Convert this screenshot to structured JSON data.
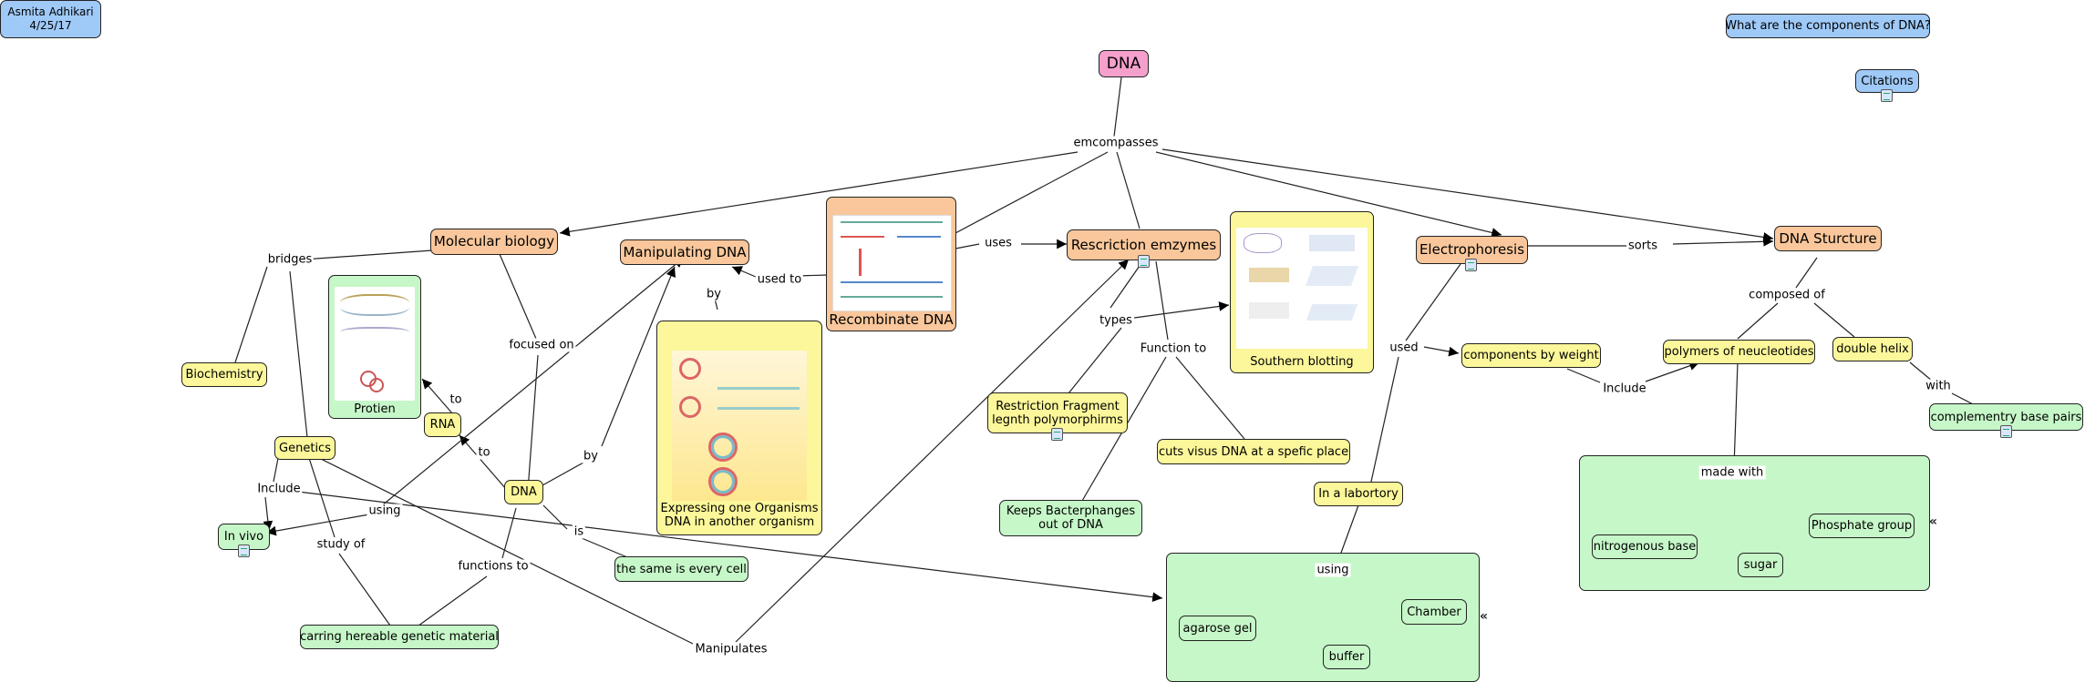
{
  "author": {
    "name": "Asmita Adhikari",
    "date": "4/25/17"
  },
  "focus_question": "What are the components of DNA?",
  "citations": "Citations",
  "root": "DNA",
  "main": {
    "molecular_biology": "Molecular biology",
    "manipulating_dna": "Manipulating DNA",
    "recombinate_dna": "Recombinate DNA",
    "rescriction_emzymes": "Rescriction emzymes",
    "electrophoresis": "Electrophoresis",
    "dna_structure": "DNA Sturcture"
  },
  "nodes": {
    "biochemistry": "Biochemistry",
    "genetics": "Genetics",
    "rna": "RNA",
    "dna_small": "DNA",
    "in_vivo": "In vivo",
    "protien": "Protien",
    "same_every_cell": "the same is every cell",
    "carring": "carring hereable genetic material",
    "expressing_line1": "Expressing one Organisms",
    "expressing_line2": "DNA in another organism",
    "rflp_line1": "Restriction Fragment",
    "rflp_line2": "legnth polymorphirms",
    "southern_blotting": "Southern blotting",
    "cuts": "cuts  visus DNA at a spefic place",
    "keeps_line1": "Keeps Bacterphanges",
    "keeps_line2": "out of DNA",
    "in_labortory": "In a labortory",
    "components_by_weight": "components by weight",
    "polymers": "polymers of neucleotides",
    "double_helix": "double helix",
    "complementary": "complementry base pairs",
    "agarose": "agarose gel",
    "chamber": "Chamber",
    "buffer": "buffer",
    "nitrogenous": "nitrogenous base",
    "sugar": "sugar",
    "phosphate": "Phosphate group"
  },
  "link_labels": {
    "emcompasses": "emcompasses",
    "bridges": "bridges",
    "focused_on": "focused on",
    "to1": "to",
    "to2": "to",
    "by1": "by",
    "by2": "by",
    "used_to": "used to",
    "uses": "uses",
    "include1": "Include",
    "using1": "using",
    "study_of": "study of",
    "is": "is",
    "functions_to": "functions to",
    "manipulates": "Manipulates",
    "types": "types",
    "function_to": "Function to",
    "used": "used",
    "sorts": "sorts",
    "composed_of": "composed of",
    "include2": "Include",
    "with": "with",
    "made_with": "made with",
    "using2": "using"
  },
  "colors": {
    "concept_blue": "#9fc9f7",
    "concept_pink": "#f5a0cc",
    "concept_orange": "#f9c79b",
    "concept_yellow": "#fbf79a",
    "concept_green": "#c6f7c8"
  },
  "icons": [
    "document-icon",
    "arrow-head-icon",
    "collapse-icon"
  ]
}
